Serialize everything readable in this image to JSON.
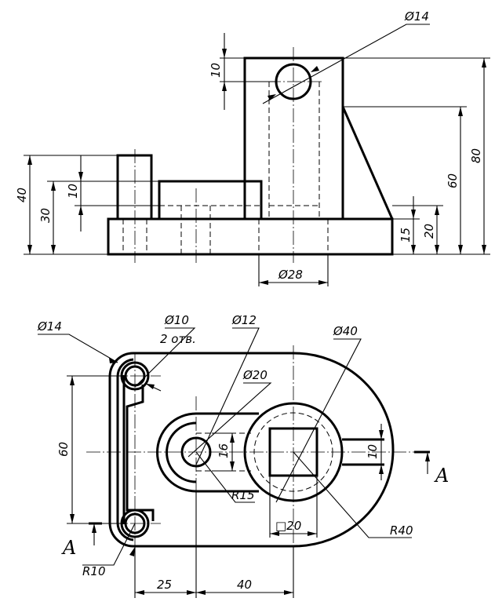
{
  "front_view": {
    "dims": {
      "hole_dia_top": "Ø14",
      "hole_offset": "10",
      "height_total": "80",
      "height_rib": "60",
      "height_left": "40",
      "height_mid": "30",
      "boss_step": "10",
      "base_right_20": "20",
      "base_thickness": "15",
      "bore_dia": "Ø28"
    }
  },
  "top_view": {
    "dims": {
      "corner_dia": "Ø14",
      "hole_dia": "Ø10",
      "hole_count": "2 отв.",
      "slot_hole_dia": "Ø12",
      "boss_dia_small": "Ø20",
      "boss_dia_large": "Ø40",
      "hole_spacing": "60",
      "slot_width": "16",
      "tab_width": "10",
      "slot_radius": "R15",
      "square": "□20",
      "outer_radius": "R40",
      "corner_radius": "R10",
      "dist_25": "25",
      "dist_40": "40"
    },
    "section_label_left": "A",
    "section_label_right": "A"
  }
}
